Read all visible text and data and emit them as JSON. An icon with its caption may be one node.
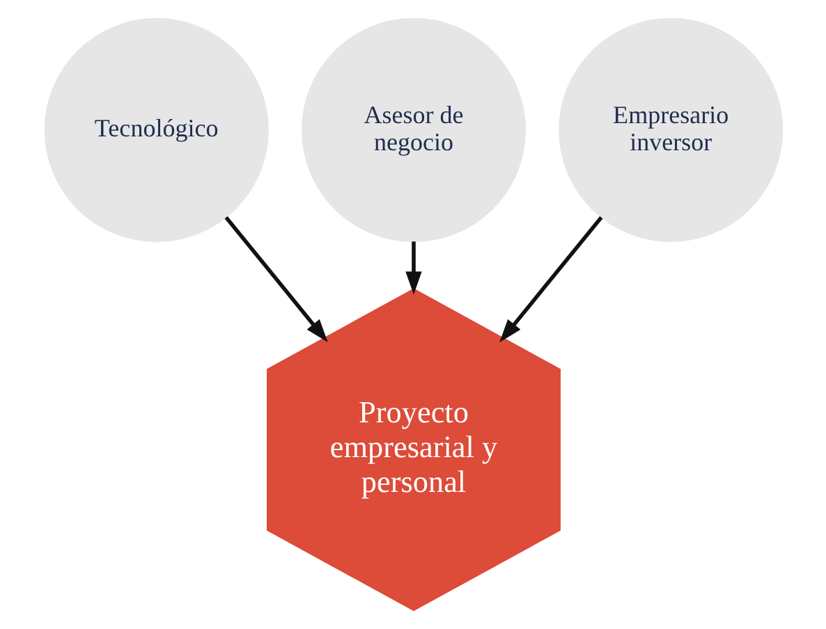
{
  "diagram": {
    "nodes": [
      {
        "text": [
          "Asesor de negocio"
        ]
      },
      {
        "text": [
          "Tecnológico"
        ]
      },
      {
        "text": [
          "Empresario inversor"
        ]
      },
      {
        "text": [
          "Proyecto empresarial y personal"
        ]
      }
    ],
    "edges": [
      {
        "from": 0,
        "to": 3,
        "arrow": "to"
      },
      {
        "from": 1,
        "to": 3,
        "arrow": "to"
      },
      {
        "from": 2,
        "to": 3,
        "arrow": "to"
      }
    ]
  }
}
